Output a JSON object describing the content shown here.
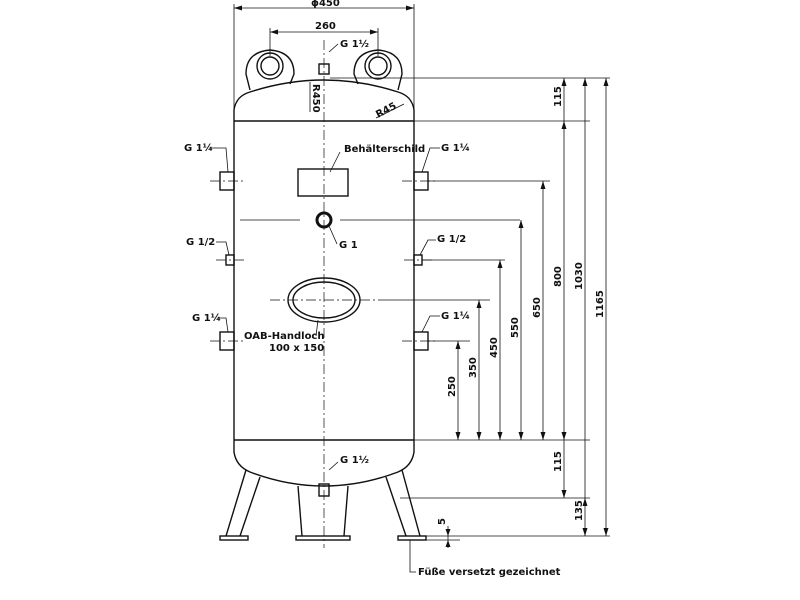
{
  "dimensions": {
    "diameter": "ϕ450",
    "lug_spacing": "260",
    "radius_top": "R450",
    "radius_knuckle": "R45",
    "top_head_height": "115",
    "bottom_head_height": "115",
    "leg_height": "135",
    "foot_plate": "5",
    "nozzle_heights": [
      "250",
      "350",
      "450",
      "550",
      "650",
      "800"
    ],
    "height_1030": "1030",
    "overall_height": "1165"
  },
  "labels": {
    "nameplate": "Behälterschild",
    "handhole": "OAB-Handloch",
    "handhole_size": "100 x 150",
    "feet_note": "Füße versetzt gezeichnet"
  },
  "nozzles": {
    "top": "G 1½",
    "bottom": "G 1½",
    "center": "G 1",
    "left_upper": "G 1¼",
    "left_middle": "G 1/2",
    "left_lower": "G 1¼",
    "right_upper": "G 1¼",
    "right_middle": "G 1/2",
    "right_lower": "G 1¼"
  }
}
